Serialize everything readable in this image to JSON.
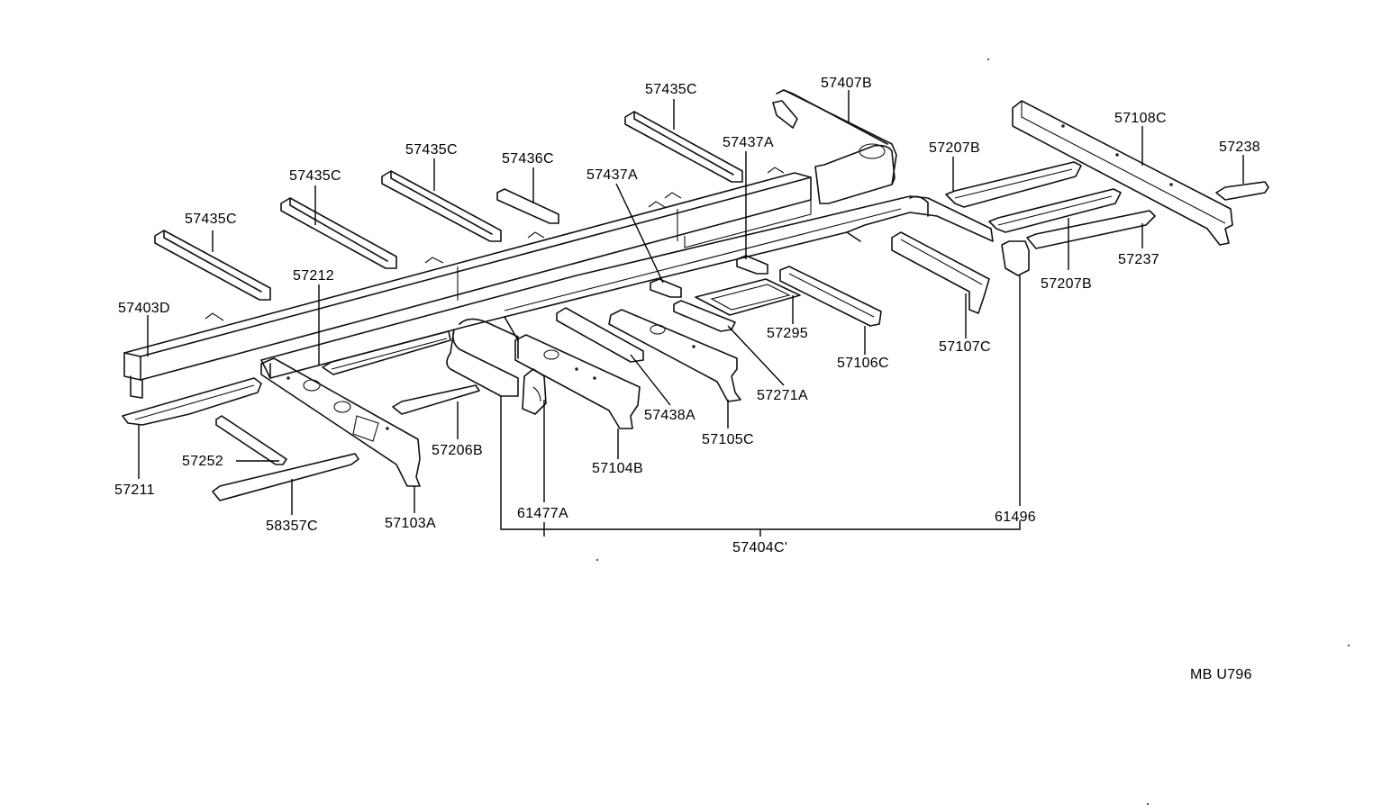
{
  "diagram": {
    "drawing_code": "MB U796",
    "part_labels": {
      "p57435C_1": "57435C",
      "p57435C_2": "57435C",
      "p57435C_3": "57435C",
      "p57435C_4": "57435C",
      "p57436C": "57436C",
      "p57437A_1": "57437A",
      "p57437A_2": "57437A",
      "p57407B": "57407B",
      "p57207B_1": "57207B",
      "p57207B_2": "57207B",
      "p57108C": "57108C",
      "p57238": "57238",
      "p57237": "57237",
      "p57212": "57212",
      "p57403D": "57403D",
      "p57295": "57295",
      "p57106C": "57106C",
      "p57107C": "57107C",
      "p57271A": "57271A",
      "p57438A": "57438A",
      "p57105C": "57105C",
      "p57206B": "57206B",
      "p57104B": "57104B",
      "p57252": "57252",
      "p57211": "57211",
      "p58357C": "58357C",
      "p57103A": "57103A",
      "p61477A": "61477A",
      "p61496": "61496",
      "p57404C": "57404C'"
    }
  }
}
